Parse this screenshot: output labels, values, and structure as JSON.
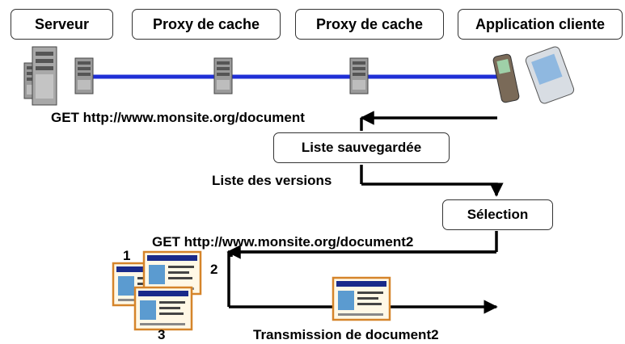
{
  "nodes": {
    "server": "Serveur",
    "proxy1": "Proxy de cache",
    "proxy2": "Proxy de cache",
    "client": "Application cliente"
  },
  "steps": {
    "get_request": "GET http://www.monsite.org/document",
    "saved_list": "Liste sauvegardée",
    "versions_list": "Liste des versions",
    "selection": "Sélection",
    "get_request2": "GET http://www.monsite.org/document2",
    "transmission": "Transmission de document2"
  },
  "doc_stack_numbers": [
    "1",
    "2",
    "3"
  ],
  "colors": {
    "network_line": "#1f2fd6",
    "arrow": "#000000",
    "doc_frame": "#d5842a",
    "doc_screen": "#5b9bd0"
  },
  "icons": {
    "server": "server-tower-icon",
    "proxy": "proxy-server-icon",
    "client": "mobile-phone-icon",
    "document": "document-thumbnail-icon"
  }
}
